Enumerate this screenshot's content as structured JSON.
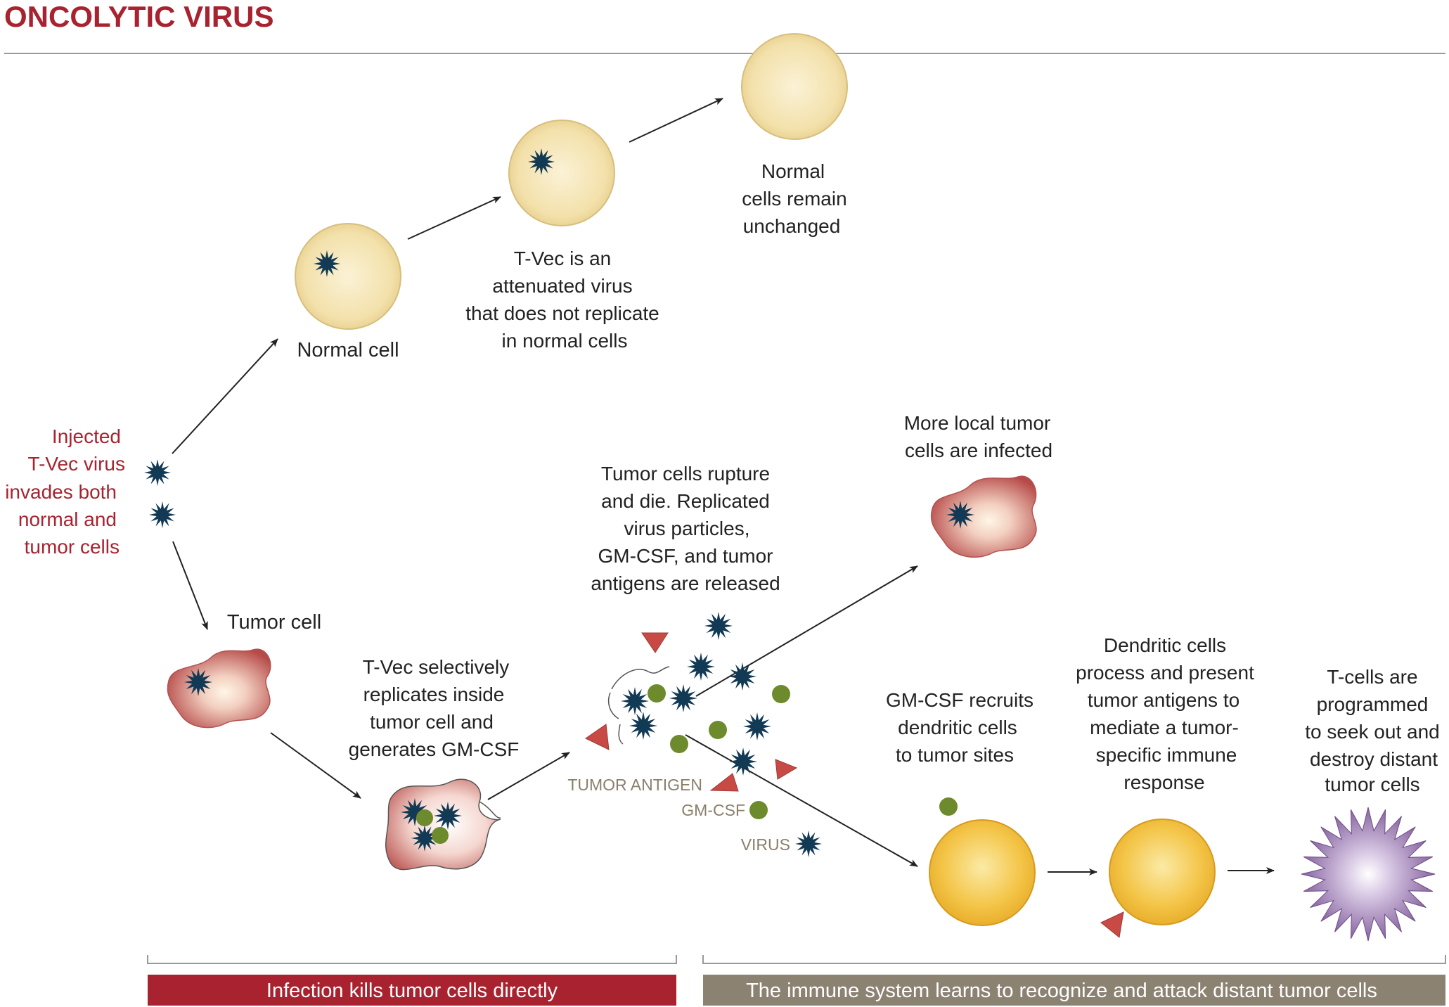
{
  "title": "ONCOLYTIC VIRUS",
  "labels": {
    "injected": [
      "Injected",
      "T-Vec virus",
      "invades both",
      "normal and",
      "tumor cells"
    ],
    "normal_cell": "Normal cell",
    "tvec_attenuated": [
      "T-Vec is an",
      "attenuated virus",
      "that does not replicate",
      "in normal cells"
    ],
    "normal_unchanged": [
      "Normal",
      "cells remain",
      "unchanged"
    ],
    "tumor_cell": "Tumor cell",
    "tvec_replicates": [
      "T-Vec selectively",
      "replicates inside",
      "tumor cell and",
      "generates GM-CSF"
    ],
    "rupture": [
      "Tumor cells rupture",
      "and die. Replicated",
      "virus particles,",
      "GM-CSF, and tumor",
      "antigens are released"
    ],
    "more_infected": [
      "More local tumor",
      "cells are infected"
    ],
    "gmcsf_recruits": [
      "GM-CSF recruits",
      "dendritic cells",
      "to tumor sites"
    ],
    "dendritic": [
      "Dendritic cells",
      "process and present",
      "tumor antigens to",
      "mediate a tumor-",
      "specific immune",
      "response"
    ],
    "tcells": [
      "T-cells are",
      "programmed",
      "to seek out and",
      "destroy distant",
      "tumor cells"
    ]
  },
  "legend": {
    "tumor_antigen": "TUMOR ANTIGEN",
    "gm_csf": "GM-CSF",
    "virus": "VIRUS"
  },
  "bars": {
    "left": "Infection kills tumor cells directly",
    "right": "The immune system learns to recognize and attack distant tumor cells"
  },
  "colors": {
    "title_red": "#a8232f",
    "virus_navy": "#123a55",
    "gmcsf_green": "#6d8a2c",
    "antigen_red": "#c84a45",
    "normal_cell": "#f3e2b0",
    "dendritic_cell": "#f4c444",
    "tcell_purple": "#8e6aa8",
    "bar_left": "#a8232f",
    "bar_right": "#8b8272"
  }
}
